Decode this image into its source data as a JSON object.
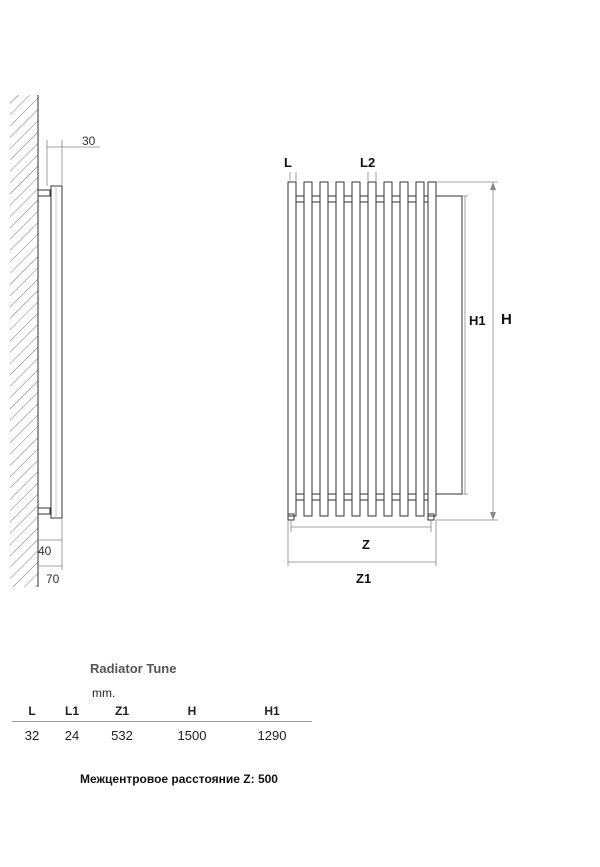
{
  "side_view": {
    "dim_depth_top": "30",
    "dim_bracket": "40",
    "dim_wall": "70"
  },
  "front_view": {
    "label_L": "L",
    "label_L2": "L2",
    "label_H1": "H1",
    "label_H": "H",
    "label_Z": "Z",
    "label_Z1": "Z1"
  },
  "spec": {
    "title": "Radiator Tune",
    "unit": "mm.",
    "headers": [
      "L",
      "L1",
      "Z1",
      "H",
      "H1"
    ],
    "values": [
      "32",
      "24",
      "532",
      "1500",
      "1290"
    ]
  },
  "note": "Межцентровое расстояние Z: 500"
}
